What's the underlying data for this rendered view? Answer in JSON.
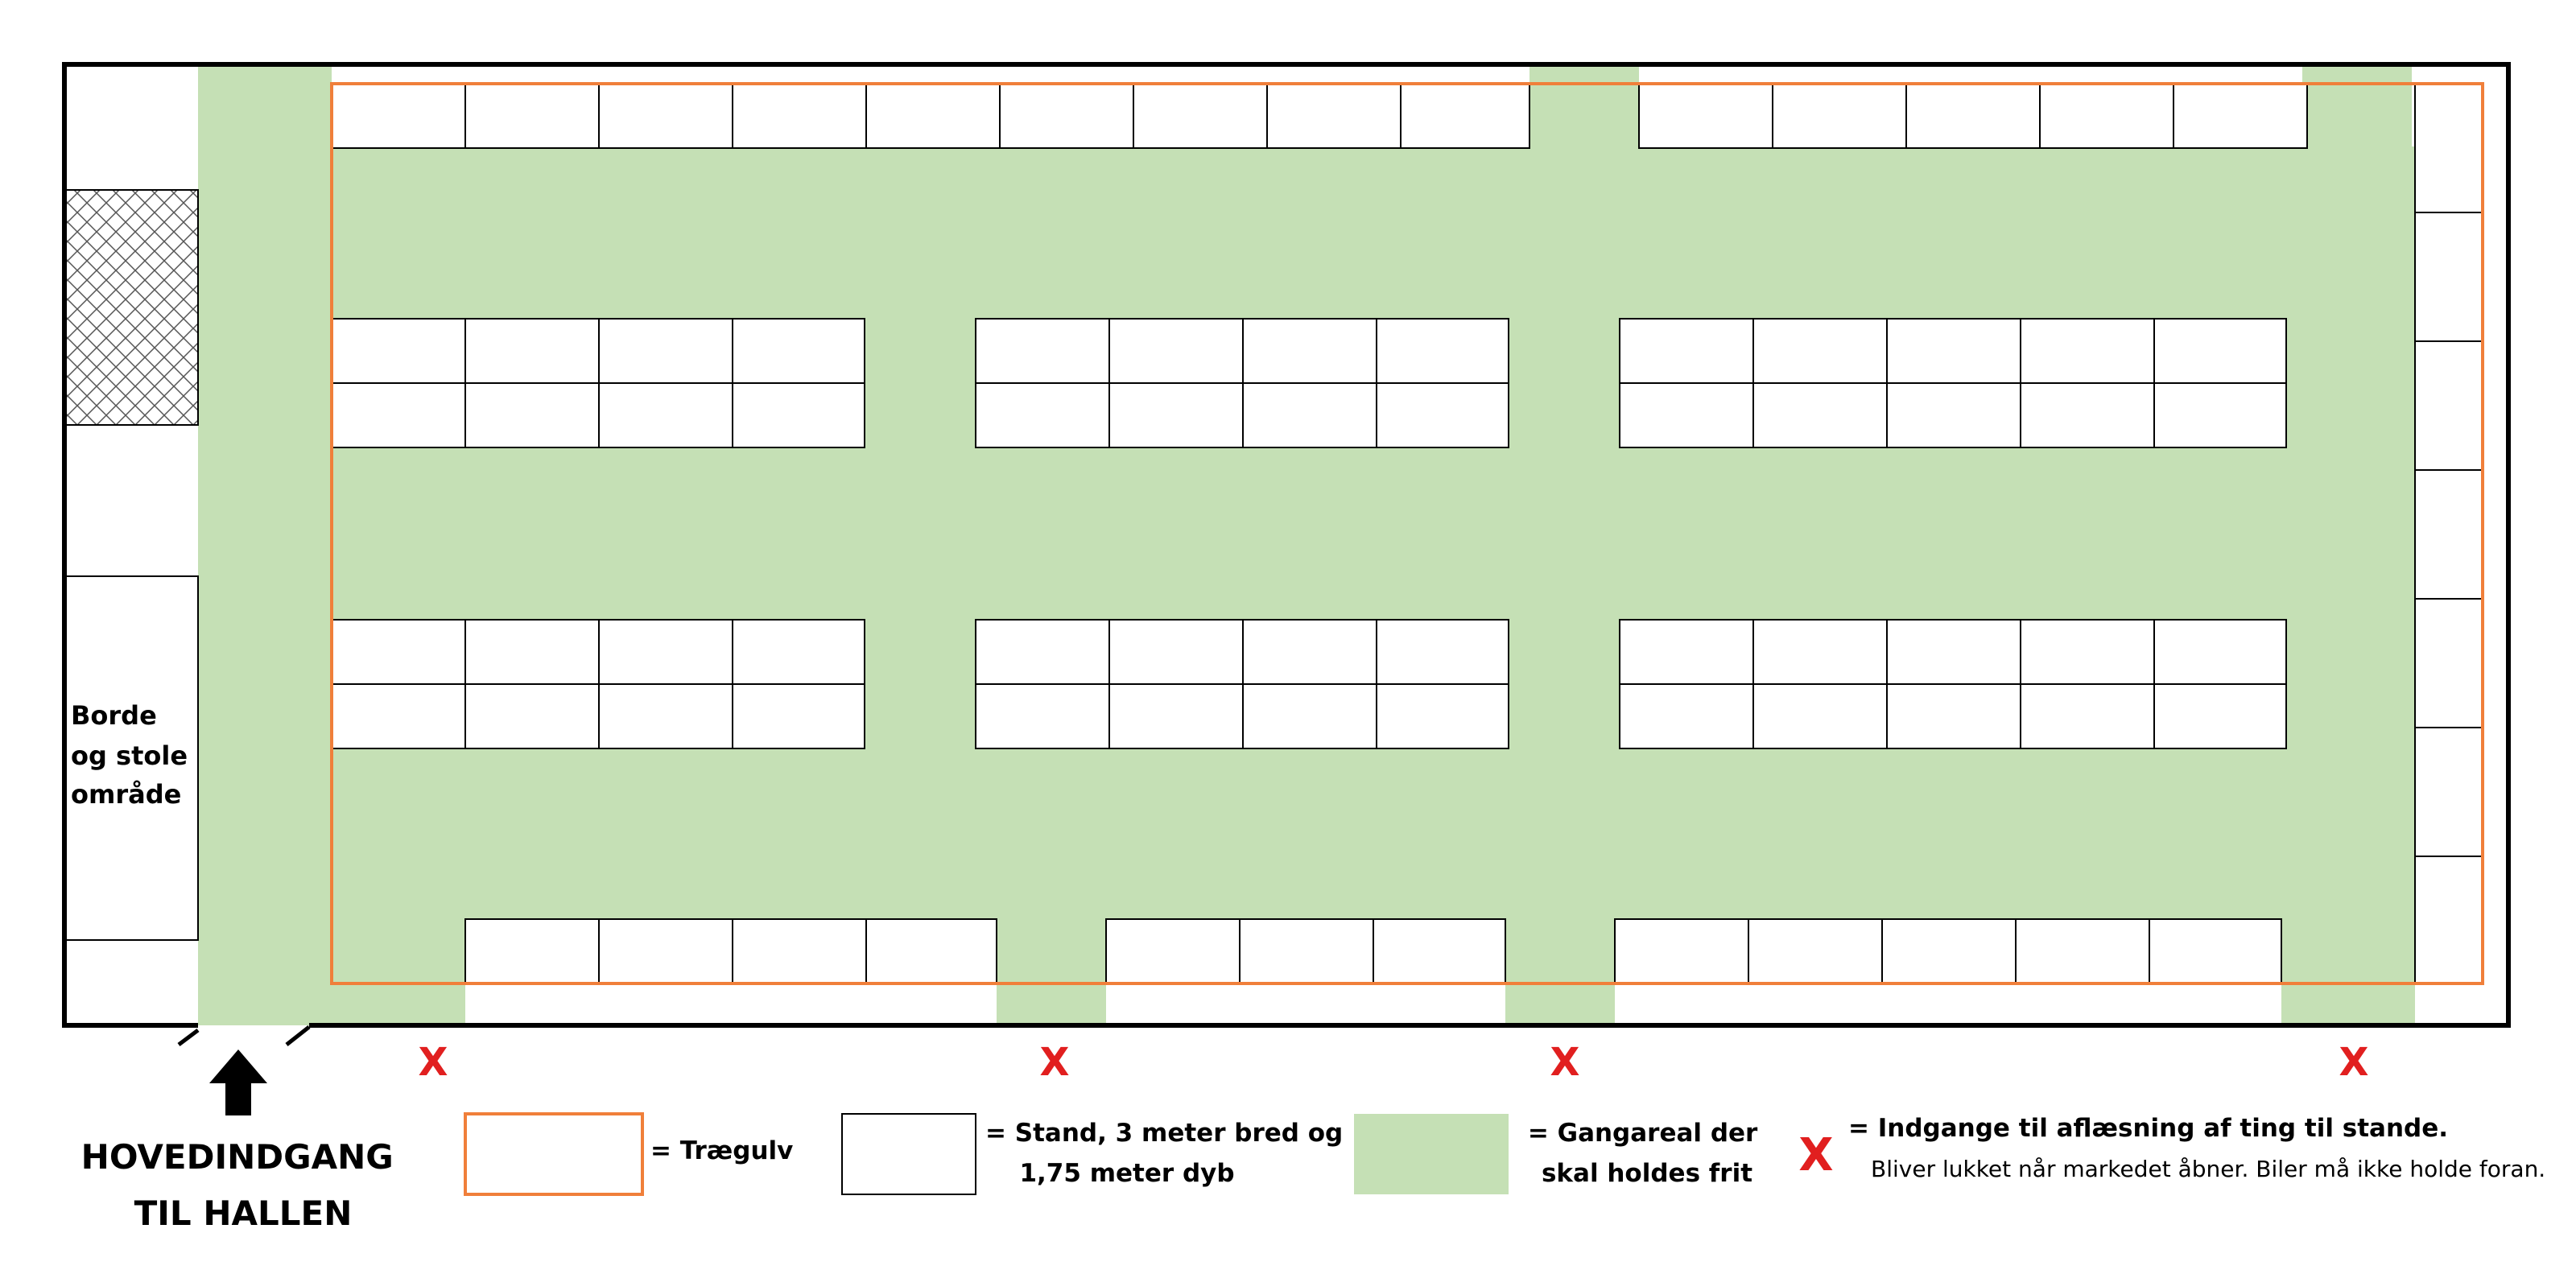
{
  "seating_area_label": [
    "Borde",
    "og stole",
    "område"
  ],
  "entrance_label": [
    "HOVEDINDGANG",
    "TIL HALLEN"
  ],
  "loading_entrance_mark": "X",
  "legend": {
    "wood_floor": "= Trægulv",
    "stand": [
      "= Stand, 3 meter bred og",
      "1,75 meter dyb"
    ],
    "walkway": [
      "= Gangareal der",
      "skal holdes frit"
    ],
    "loading_mark": "X",
    "loading_title": "= Indgange til aflæsning af ting til stande.",
    "loading_note": "Bliver lukket når markedet åbner. Biler må ikke holde foran."
  },
  "colors": {
    "walkway": "#c5e0b5",
    "wood_floor_border": "#f07f3a",
    "loading_mark": "#e11f1f",
    "wall": "#000000"
  }
}
